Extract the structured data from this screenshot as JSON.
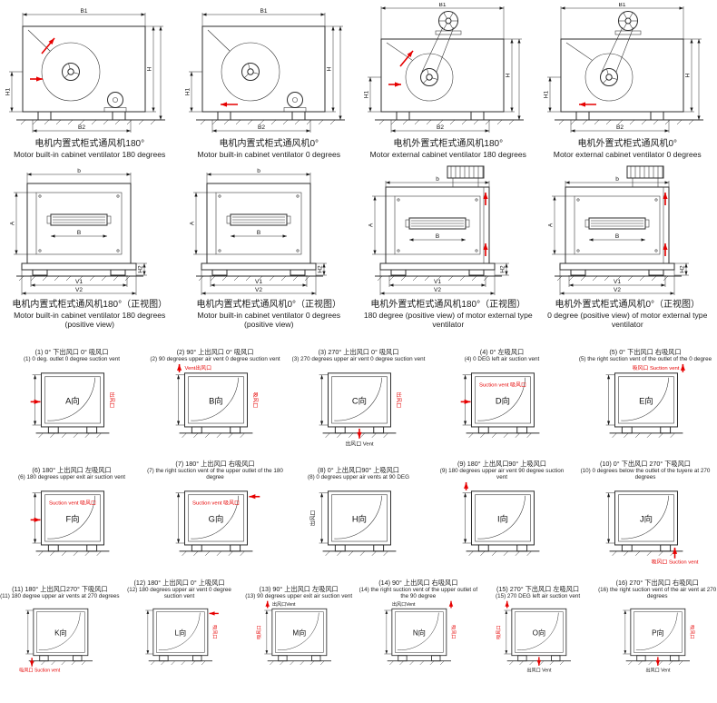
{
  "palette": {
    "ink": "#1a1a1a",
    "line": "#2b2b2b",
    "red": "#e60000",
    "bg": "#ffffff"
  },
  "side_views": [
    {
      "motor": "internal",
      "angle": "180",
      "caption_cn": "电机内置式柜式通风机180°",
      "caption_en": "Motor built-in cabinet ventilator 180 degrees",
      "dims": {
        "top": "B1",
        "bottom": "B2",
        "left": "H1",
        "right": "H"
      }
    },
    {
      "motor": "internal",
      "angle": "0",
      "caption_cn": "电机内置式柜式通风机0°",
      "caption_en": "Motor built-in cabinet ventilator 0 degrees",
      "dims": {
        "top": "B1",
        "bottom": "B2",
        "left": "H1",
        "right": "H"
      }
    },
    {
      "motor": "external",
      "angle": "180",
      "caption_cn": "电机外置式柜式通风机180°",
      "caption_en": "Motor external cabinet ventilator 180 degrees",
      "dims": {
        "top": "B1",
        "bottom": "B2",
        "left": "H1",
        "right": "H"
      }
    },
    {
      "motor": "external",
      "angle": "0",
      "caption_cn": "电机外置式柜式通风机0°",
      "caption_en": "Motor external cabinet ventilator 0 degrees",
      "dims": {
        "top": "B1",
        "bottom": "B2",
        "left": "H1",
        "right": "H"
      }
    }
  ],
  "front_views": [
    {
      "motor": "internal",
      "caption_cn": "电机内置式柜式通风机180°（正视图）",
      "caption_en": "Motor built-in cabinet ventilator 180 degrees (positive view)",
      "dims": {
        "top": "b",
        "left": "A",
        "inner": "B",
        "right": "H2",
        "v1": "V1",
        "v2": "V2"
      }
    },
    {
      "motor": "internal",
      "caption_cn": "电机内置式柜式通风机0°（正视图）",
      "caption_en": "Motor built-in cabinet ventilator 0 degrees (positive view)",
      "dims": {
        "top": "b",
        "left": "A",
        "inner": "B",
        "right": "H2",
        "v1": "V1",
        "v2": "V2"
      }
    },
    {
      "motor": "external",
      "caption_cn": "电机外置式柜式通风机180°（正视图）",
      "caption_en": "180 degree (positive view) of motor external type ventilator",
      "dims": {
        "top": "b",
        "left": "A",
        "inner": "B",
        "right": "H2",
        "v1": "V1",
        "v2": "V2"
      }
    },
    {
      "motor": "external",
      "caption_cn": "电机外置式柜式通风机0°（正视图）",
      "caption_en": "0 degree (positive view) of motor external type ventilator",
      "dims": {
        "top": "b",
        "left": "A",
        "inner": "B",
        "right": "H2",
        "v1": "V1",
        "v2": "V2"
      }
    }
  ],
  "direction_views": [
    {
      "label": "A向",
      "caption_cn": "(1) 0° 下出风口 0° 吸风口",
      "caption_en": "(1) 0 deg. outlet 0 degree suction vent",
      "annotations": [
        {
          "pos": "right",
          "color": "red",
          "text": "出风口"
        }
      ],
      "arrows": [
        "left-in"
      ]
    },
    {
      "label": "B向",
      "caption_cn": "(2) 90° 上出风口 0° 吸风口",
      "caption_en": "(2) 90 degrees upper air vent 0 degree suction vent",
      "annotations": [
        {
          "pos": "top-left",
          "color": "red",
          "text": "Vent出风口"
        },
        {
          "pos": "right",
          "color": "red",
          "text": "吸风口"
        }
      ],
      "arrows": [
        "top-left-up"
      ]
    },
    {
      "label": "C向",
      "caption_cn": "(3) 270° 上出风口 0° 吸风口",
      "caption_en": "(3) 270 degrees upper air vent 0 degree suction vent",
      "annotations": [
        {
          "pos": "right",
          "color": "red",
          "text": "出风口"
        },
        {
          "pos": "bottom",
          "color": "ink",
          "text": "出风口 Vent"
        }
      ],
      "arrows": [
        "bottom-down"
      ]
    },
    {
      "label": "D向",
      "caption_cn": "(4) 0° 左吸风口",
      "caption_en": "(4) 0 DEG left air suction vent",
      "annotations": [
        {
          "pos": "inside-top",
          "color": "red",
          "text": "Suction vent 吸风口"
        }
      ],
      "arrows": [
        "left-in"
      ]
    },
    {
      "label": "E向",
      "caption_cn": "(5) 0° 下出风口 右吸风口",
      "caption_en": "(5) the right suction vent of the outlet of the 0 degree",
      "annotations": [
        {
          "pos": "top-right",
          "color": "red",
          "text": "吸风口 Suction vent"
        }
      ],
      "arrows": [
        "top-right-up"
      ]
    },
    {
      "label": "F向",
      "caption_cn": "(6) 180° 上出风口 左吸风口",
      "caption_en": "(6) 180 degrees upper exit air suction vent",
      "annotations": [
        {
          "pos": "inside-top",
          "color": "red",
          "text": "Suction vent 吸风口"
        }
      ],
      "arrows": [
        "left-in"
      ]
    },
    {
      "label": "G向",
      "caption_cn": "(7) 180° 上出风口 右吸风口",
      "caption_en": "(7) the right suction vent of the upper outlet of the 180 degree",
      "annotations": [
        {
          "pos": "inside-top",
          "color": "red",
          "text": "Suction vent 吸风口"
        }
      ],
      "arrows": [
        "right-in"
      ]
    },
    {
      "label": "H向",
      "caption_cn": "(8) 0° 上出风口90° 上吸风口",
      "caption_en": "(8) 0 degrees upper air vents at 90 DEG",
      "annotations": [
        {
          "pos": "left-vert",
          "color": "ink",
          "text": "出风口"
        }
      ],
      "arrows": []
    },
    {
      "label": "I向",
      "caption_cn": "(9) 180° 上出风口90° 上吸风口",
      "caption_en": "(9) 180 degrees upper air vent 90 degree suction vent",
      "annotations": [],
      "arrows": [
        "top-left-up"
      ]
    },
    {
      "label": "J向",
      "caption_cn": "(10) 0° 下出风口 270° 下吸风口",
      "caption_en": "(10) 0 degrees below the outlet of the tuyere at 270 degrees",
      "annotations": [
        {
          "pos": "bottom-right",
          "color": "red",
          "text": "吸风口 Suction vent"
        }
      ],
      "arrows": [
        "bottom-right-up"
      ]
    },
    {
      "label": "K向",
      "caption_cn": "(11) 180° 上出风口270° 下吸风口",
      "caption_en": "(11) 180 degree upper air vents at 270 degrees",
      "annotations": [
        {
          "pos": "bottom-left",
          "color": "red",
          "text": "吸风口 Suction vent"
        }
      ],
      "arrows": [
        "bottom-left-down"
      ]
    },
    {
      "label": "L向",
      "caption_cn": "(12) 180° 上出风口 0° 上吸风口",
      "caption_en": "(12) 180 degrees upper air vent 0 degree suction vent",
      "annotations": [
        {
          "pos": "right",
          "color": "red",
          "text": "吸风口"
        }
      ],
      "arrows": [
        "right-in"
      ]
    },
    {
      "label": "M向",
      "caption_cn": "(13) 90° 上出风口 左吸风口",
      "caption_en": "(13) 90 degrees upper exit air suction vent",
      "annotations": [
        {
          "pos": "top-left",
          "color": "ink",
          "text": "出风口Vent"
        },
        {
          "pos": "left-vert",
          "color": "red",
          "text": "吸风口"
        }
      ],
      "arrows": [
        "top-left-up"
      ]
    },
    {
      "label": "N向",
      "caption_cn": "(14) 90° 上出风口 右吸风口",
      "caption_en": "(14) the right suction vent of the upper outlet of the 90 degree",
      "annotations": [
        {
          "pos": "top-left",
          "color": "ink",
          "text": "出风口Vent"
        },
        {
          "pos": "right",
          "color": "red",
          "text": "吸风口"
        }
      ],
      "arrows": [
        "top-right-up"
      ]
    },
    {
      "label": "O向",
      "caption_cn": "(15) 270° 下出风口 左吸风口",
      "caption_en": "(15) 270 DEG left air suction vent",
      "annotations": [
        {
          "pos": "bottom",
          "color": "ink",
          "text": "出风口 Vent"
        },
        {
          "pos": "left-vert",
          "color": "red",
          "text": "吸风口"
        }
      ],
      "arrows": [
        "bottom-down",
        "top-left-up"
      ]
    },
    {
      "label": "P向",
      "caption_cn": "(16) 270° 下出风口 右吸风口",
      "caption_en": "(16) the right suction vent of the air vent at 270 degrees",
      "annotations": [
        {
          "pos": "bottom",
          "color": "ink",
          "text": "出风口 Vent"
        },
        {
          "pos": "right",
          "color": "red",
          "text": "吸风口"
        }
      ],
      "arrows": [
        "bottom-down"
      ]
    }
  ]
}
